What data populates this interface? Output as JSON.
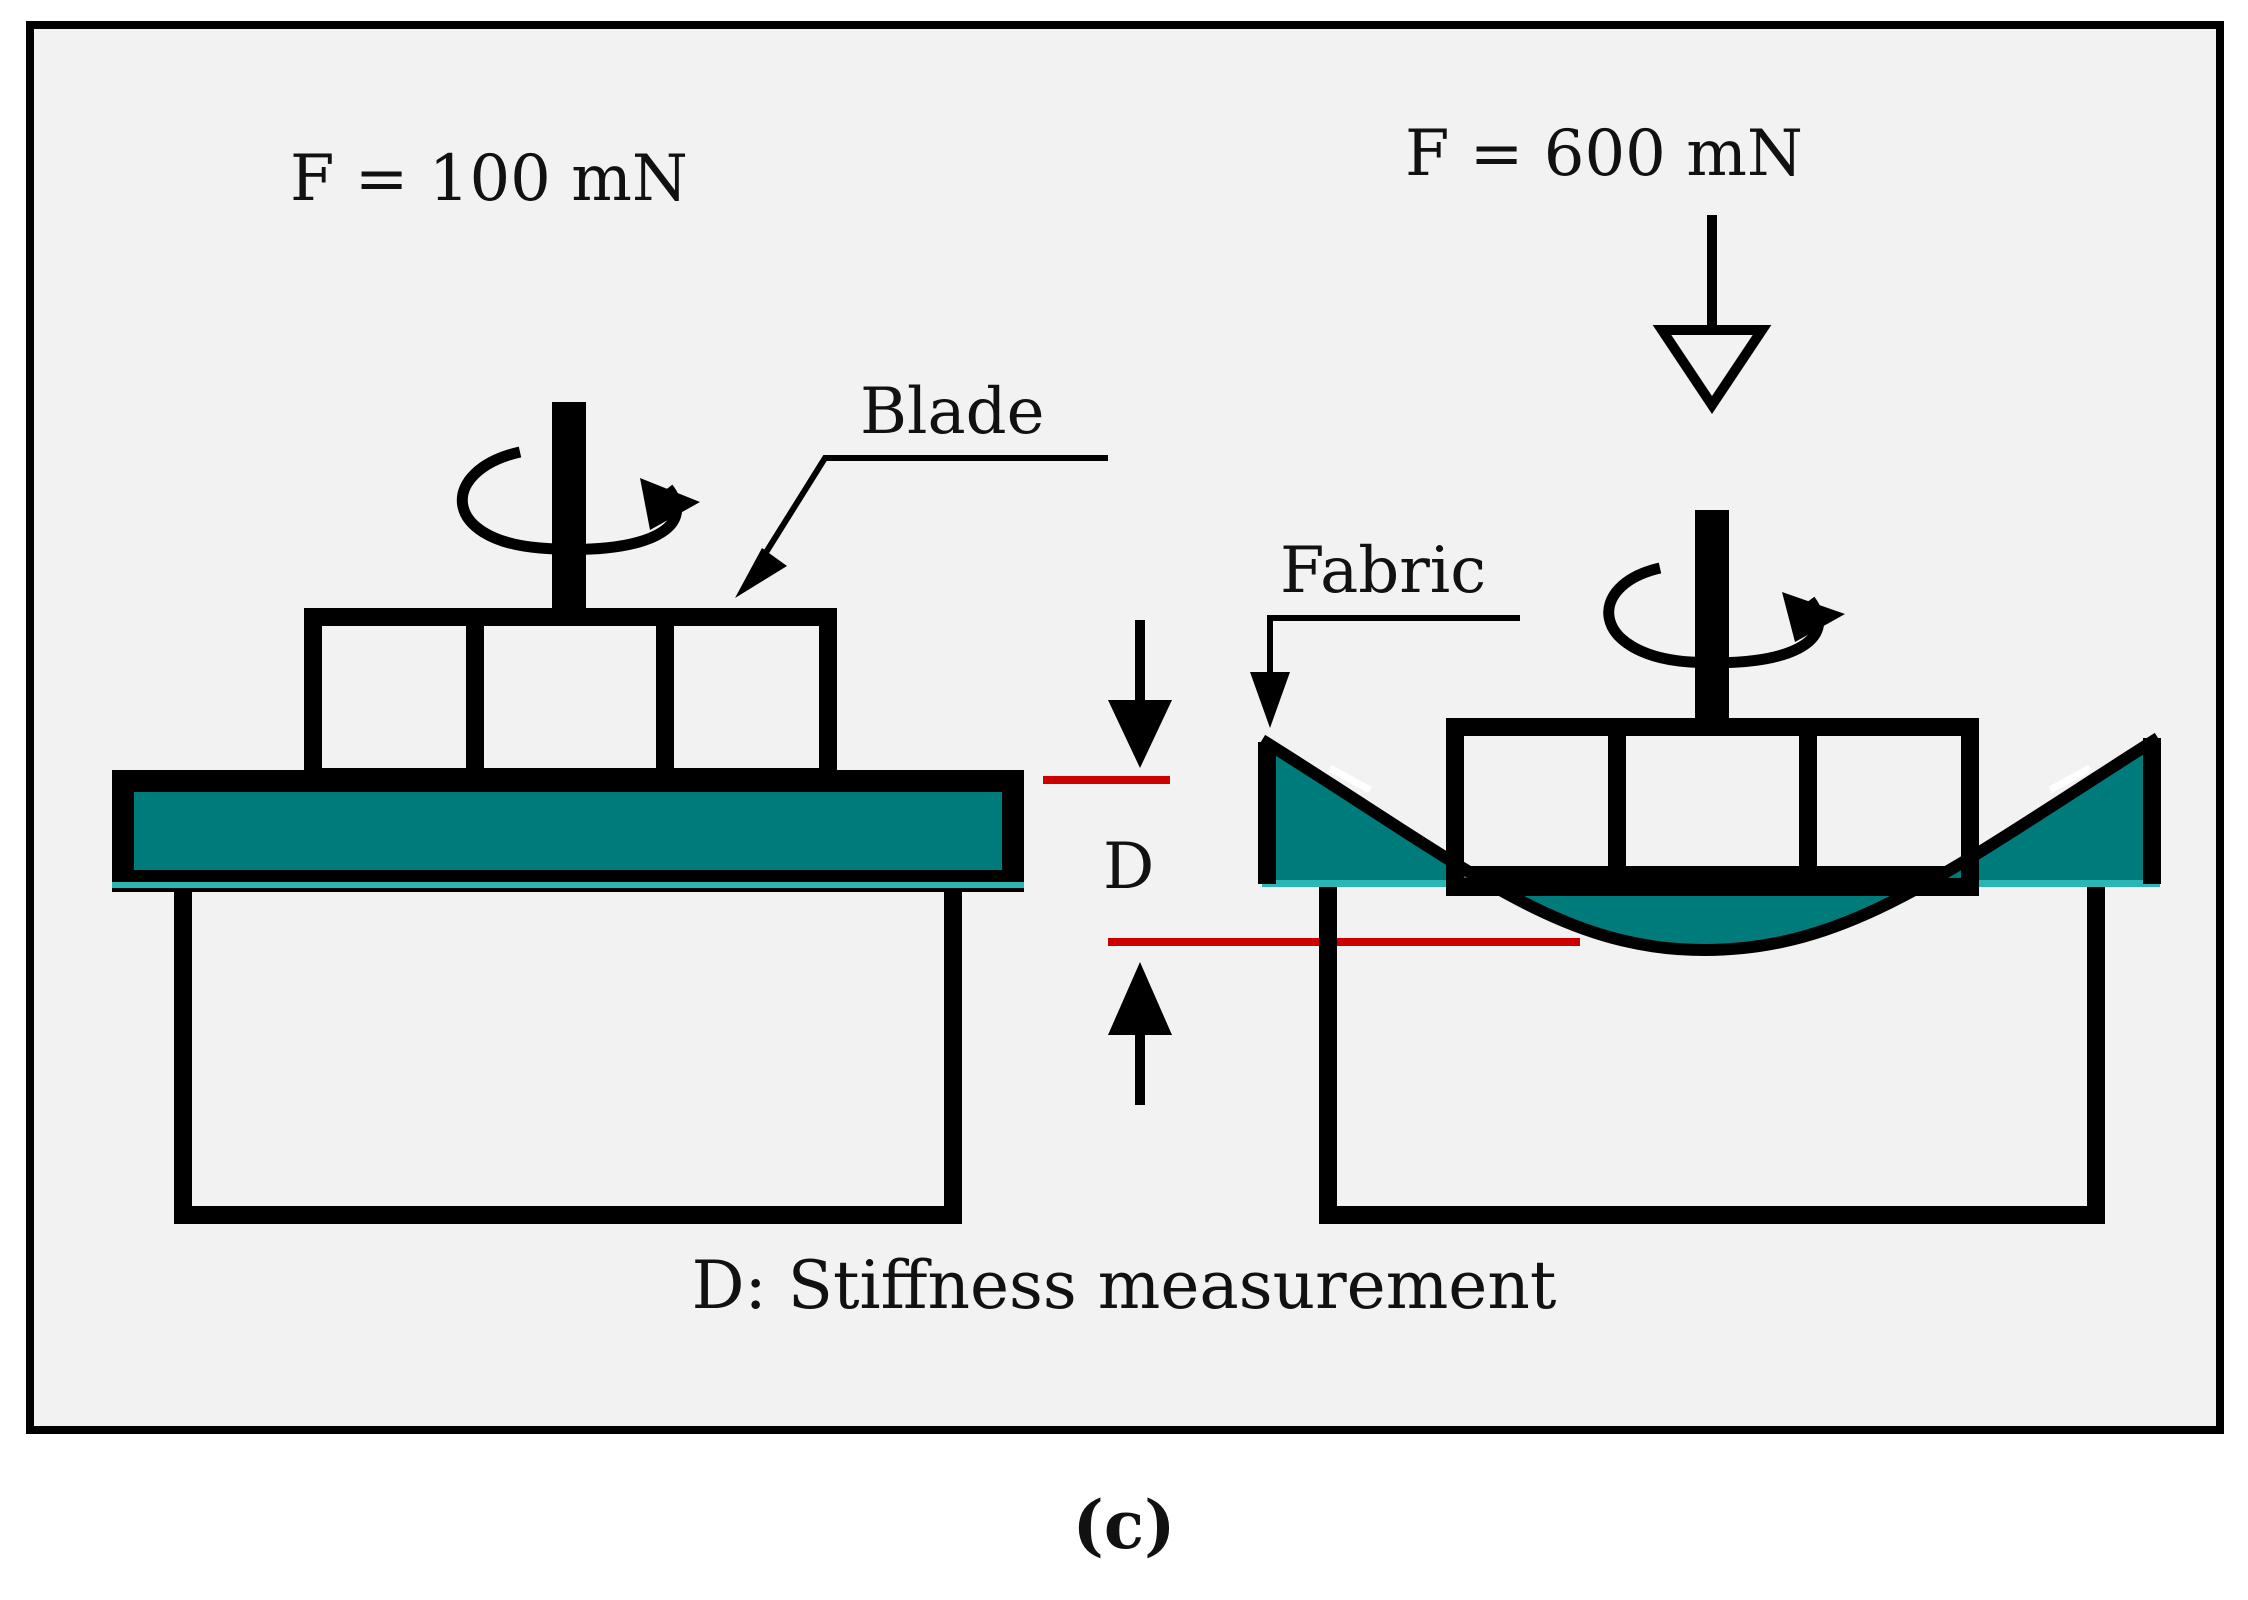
{
  "figure": {
    "left_panel": {
      "force_label": "F = 100 mN",
      "blade_label": "Blade"
    },
    "right_panel": {
      "force_label": "F = 600 mN",
      "fabric_label": "Fabric"
    },
    "measure_label": "D",
    "caption": "D: Stiffness measurement",
    "subfigure_label": "(c)"
  },
  "colors": {
    "frame_background": "#f2f2f2",
    "stroke": "#000000",
    "fabric_fill": "#007b7b",
    "measure_line": "#cc0000"
  }
}
